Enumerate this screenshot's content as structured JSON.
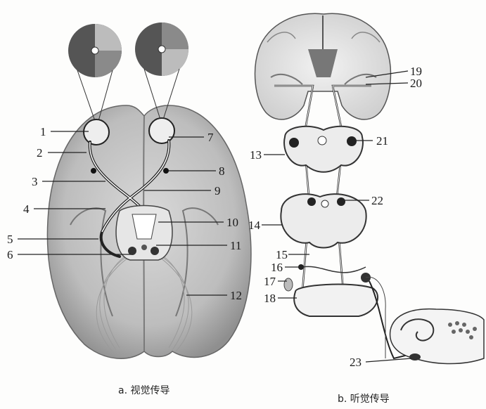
{
  "figure_a": {
    "caption": "a. 视觉传导",
    "labels": {
      "l1": "1",
      "l2": "2",
      "l3": "3",
      "l4": "4",
      "l5": "5",
      "l6": "6",
      "l7": "7",
      "l8": "8",
      "l9": "9",
      "l10": "10",
      "l11": "11",
      "l12": "12"
    }
  },
  "figure_b": {
    "caption": "b. 听觉传导",
    "labels": {
      "l13": "13",
      "l14": "14",
      "l15": "15",
      "l16": "16",
      "l17": "17",
      "l18": "18",
      "l19": "19",
      "l20": "20",
      "l21": "21",
      "l22": "22",
      "l23": "23"
    }
  }
}
